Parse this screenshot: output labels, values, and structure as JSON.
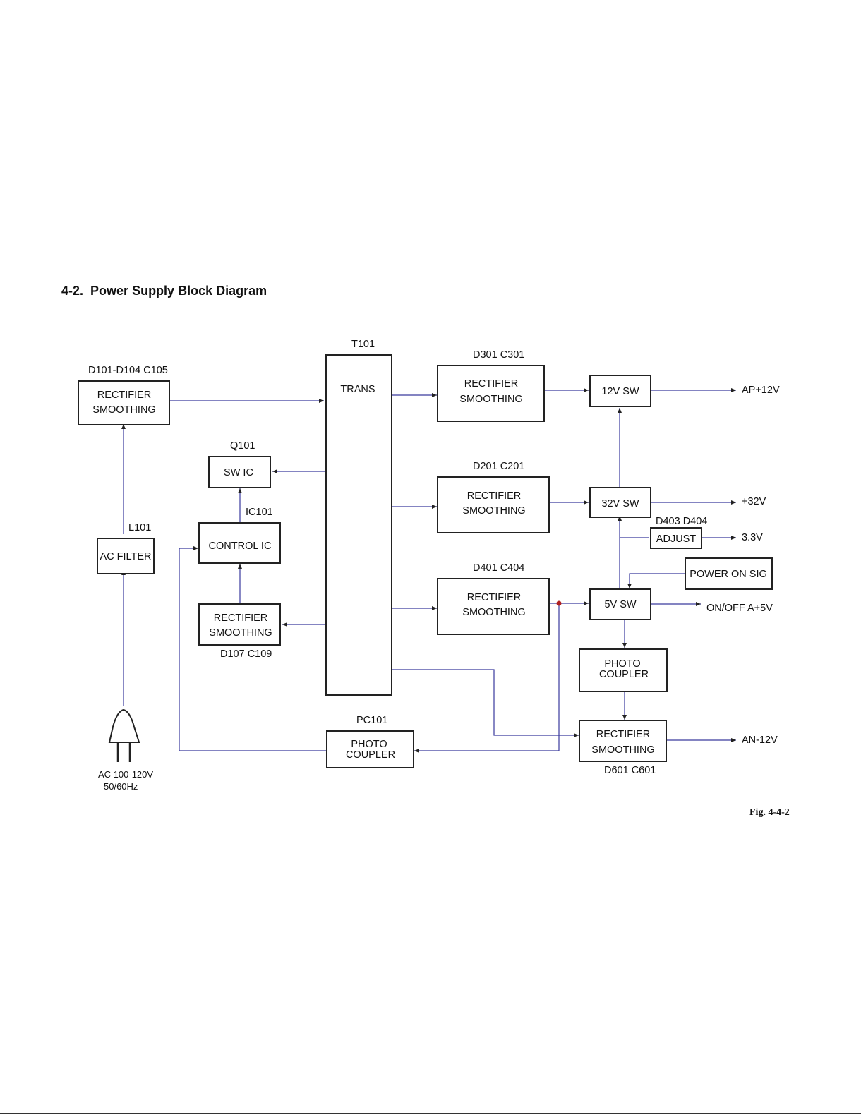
{
  "header": {
    "section_number": "4-2.",
    "title": "Power Supply Block Diagram"
  },
  "figure_caption": "Fig. 4-4-2",
  "colors": {
    "wire": "#3a3a9e",
    "box_border": "#222222",
    "junction_dot": "#b02020"
  },
  "blocks": {
    "input_rectifier": {
      "ref": "D101-D104  C105",
      "line1": "RECTIFIER",
      "line2": "SMOOTHING"
    },
    "ac_filter": {
      "ref": "L101",
      "label": "AC FILTER"
    },
    "sw_ic": {
      "ref": "Q101",
      "label": "SW IC"
    },
    "control_ic": {
      "ref": "IC101",
      "label": "CONTROL IC"
    },
    "aux_rectifier": {
      "ref": "D107  C109",
      "line1": "RECTIFIER",
      "line2": "SMOOTHING"
    },
    "trans": {
      "ref": "T101",
      "label": "TRANS"
    },
    "rect_12v": {
      "ref": "D301  C301",
      "line1": "RECTIFIER",
      "line2": "SMOOTHING"
    },
    "rect_32v": {
      "ref": "D201  C201",
      "line1": "RECTIFIER",
      "line2": "SMOOTHING"
    },
    "rect_5v": {
      "ref": "D401  C404",
      "line1": "RECTIFIER",
      "line2": "SMOOTHING"
    },
    "sw_12v": {
      "label": "12V SW"
    },
    "sw_32v": {
      "label": "32V SW"
    },
    "adjust": {
      "ref": "D403 D404",
      "label": "ADJUST"
    },
    "sw_5v": {
      "label": "5V SW"
    },
    "power_on_sig": {
      "label": "POWER ON SIG"
    },
    "photo_coupler_right": {
      "line1": "PHOTO",
      "line2": "COUPLER"
    },
    "rect_neg12v": {
      "ref": "D601  C601",
      "line1": "RECTIFIER",
      "line2": "SMOOTHING"
    },
    "photo_coupler_bottom": {
      "ref": "PC101",
      "line1": "PHOTO",
      "line2": "COUPLER"
    },
    "ac_input": {
      "line1": "AC 100-120V",
      "line2": "50/60Hz"
    }
  },
  "outputs": {
    "ap12": "AP+12V",
    "p32": "+32V",
    "v33": "3.3V",
    "a5": "ON/OFF A+5V",
    "an12": "AN-12V"
  },
  "icons": {
    "plug": "ac-plug-icon"
  }
}
